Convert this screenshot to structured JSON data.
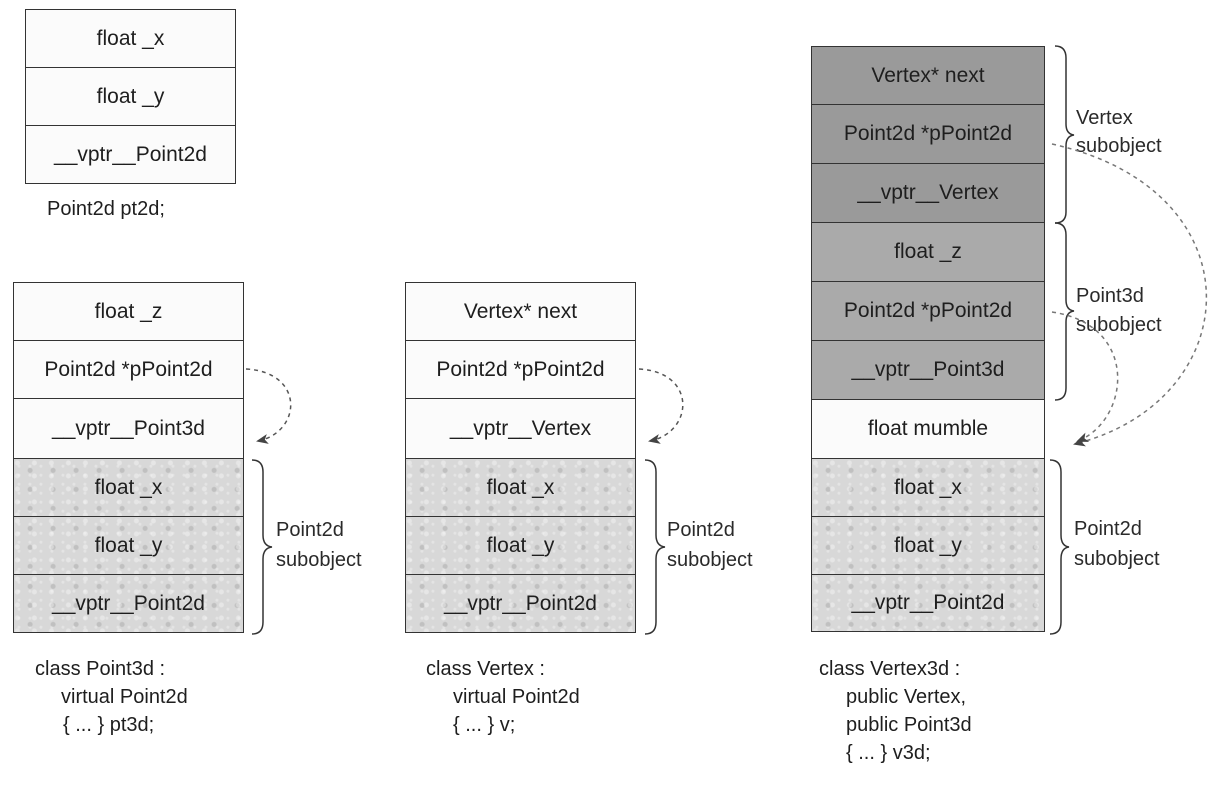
{
  "pt2d": {
    "fields": [
      "float _x",
      "float _y",
      "__vptr__Point2d"
    ],
    "caption": "Point2d pt2d;"
  },
  "pt3d": {
    "fields": [
      "float _z",
      "Point2d *pPoint2d",
      "__vptr__Point3d",
      "float _x",
      "float _y",
      "__vptr__Point2d"
    ],
    "subobject_label": [
      "Point2d",
      "subobject"
    ],
    "caption": [
      "class Point3d :",
      "virtual Point2d",
      "{ ... } pt3d;"
    ]
  },
  "v": {
    "fields": [
      "Vertex* next",
      "Point2d *pPoint2d",
      "__vptr__Vertex",
      "float _x",
      "float _y",
      "__vptr__Point2d"
    ],
    "subobject_label": [
      "Point2d",
      "subobject"
    ],
    "caption": [
      "class Vertex :",
      "virtual Point2d",
      "{ ... } v;"
    ]
  },
  "v3d": {
    "fields": [
      "Vertex* next",
      "Point2d *pPoint2d",
      "__vptr__Vertex",
      "float _z",
      "Point2d *pPoint2d",
      "__vptr__Point3d",
      "float mumble",
      "float _x",
      "float _y",
      "__vptr__Point2d"
    ],
    "vertex_label": [
      "Vertex",
      "subobject"
    ],
    "point3d_label": [
      "Point3d",
      "subobject"
    ],
    "point2d_label": [
      "Point2d",
      "subobject"
    ],
    "caption": [
      "class Vertex3d :",
      "public Vertex,",
      "public Point3d",
      "{ ... } v3d;"
    ]
  }
}
